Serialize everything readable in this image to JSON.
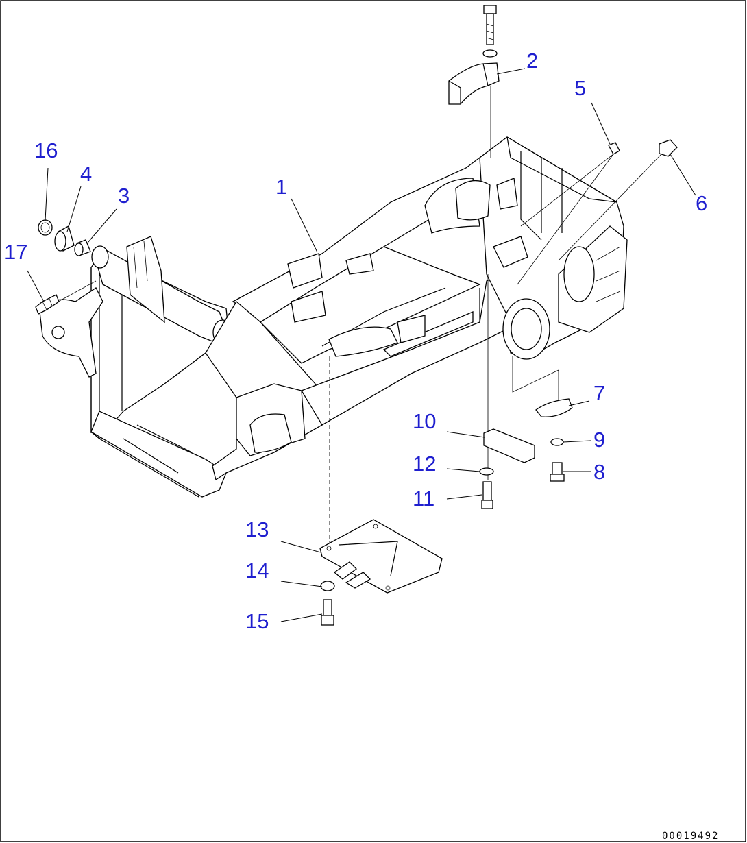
{
  "diagram": {
    "callouts": [
      {
        "id": "1",
        "label": "1"
      },
      {
        "id": "2",
        "label": "2"
      },
      {
        "id": "3",
        "label": "3"
      },
      {
        "id": "4",
        "label": "4"
      },
      {
        "id": "5",
        "label": "5"
      },
      {
        "id": "6",
        "label": "6"
      },
      {
        "id": "7",
        "label": "7"
      },
      {
        "id": "8",
        "label": "8"
      },
      {
        "id": "9",
        "label": "9"
      },
      {
        "id": "10",
        "label": "10"
      },
      {
        "id": "11",
        "label": "11"
      },
      {
        "id": "12",
        "label": "12"
      },
      {
        "id": "13",
        "label": "13"
      },
      {
        "id": "14",
        "label": "14"
      },
      {
        "id": "15",
        "label": "15"
      },
      {
        "id": "16",
        "label": "16"
      },
      {
        "id": "17",
        "label": "17"
      }
    ],
    "drawing_number": "00019492",
    "colors": {
      "callout": "#1f1fcf",
      "line": "#000000",
      "background": "#ffffff"
    }
  }
}
